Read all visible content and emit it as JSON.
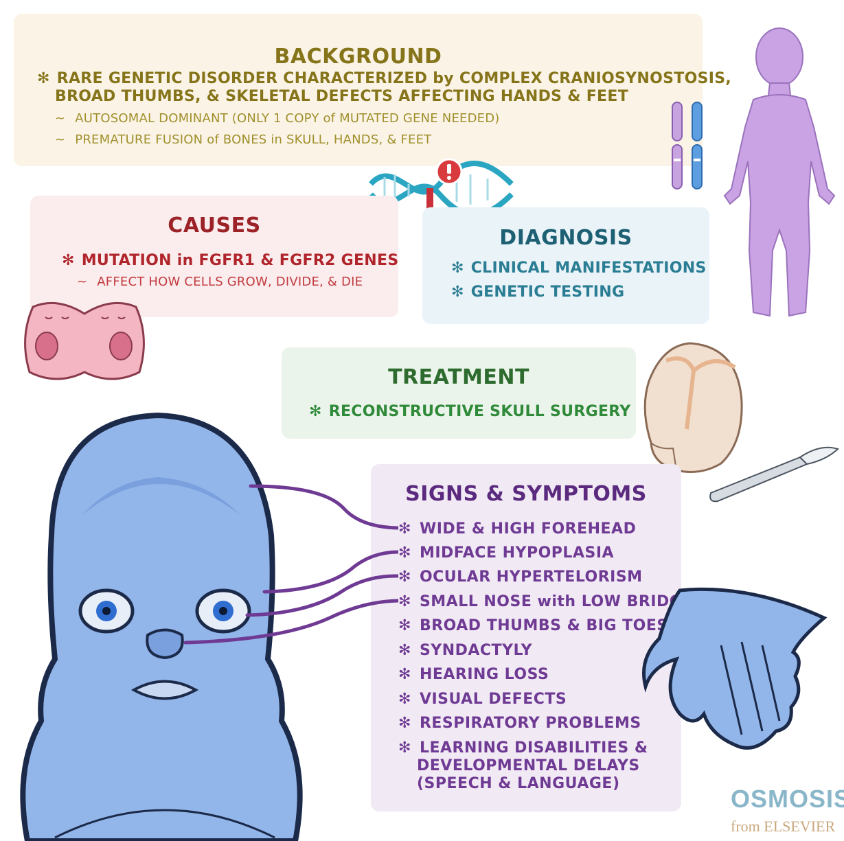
{
  "background": {
    "title": "BACKGROUND",
    "bullet_1_line_1": "RARE GENETIC DISORDER CHARACTERIZED by COMPLEX CRANIOSYNOSTOSIS,",
    "bullet_1_line_2": "BROAD THUMBS, & SKELETAL DEFECTS AFFECTING HANDS & FEET",
    "sub_1": "AUTOSOMAL DOMINANT (ONLY 1 COPY of MUTATED GENE NEEDED)",
    "sub_2": "PREMATURE FUSION of BONES in SKULL, HANDS, & FEET"
  },
  "causes": {
    "title": "CAUSES",
    "bullet_1": "MUTATION in FGFR1 & FGFR2 GENES",
    "sub_1": "AFFECT HOW CELLS GROW, DIVIDE, & DIE"
  },
  "diagnosis": {
    "title": "DIAGNOSIS",
    "items": [
      "CLINICAL MANIFESTATIONS",
      "GENETIC TESTING"
    ]
  },
  "treatment": {
    "title": "TREATMENT",
    "items": [
      "RECONSTRUCTIVE SKULL SURGERY"
    ]
  },
  "signs": {
    "title": "SIGNS & SYMPTOMS",
    "items": [
      "WIDE & HIGH FOREHEAD",
      "MIDFACE HYPOPLASIA",
      "OCULAR HYPERTELORISM",
      "SMALL NOSE with LOW BRIDGE",
      "BROAD THUMBS & BIG TOES",
      "SYNDACTYLY",
      "HEARING LOSS",
      "VISUAL DEFECTS",
      "RESPIRATORY PROBLEMS",
      "LEARNING DISABILITIES &",
      "DEVELOPMENTAL DELAYS",
      "(SPEECH & LANGUAGE)"
    ]
  },
  "logo": {
    "word": "OSMOSIS",
    "from": "from ELSEVIER"
  },
  "colors": {
    "background_title": "#86741a",
    "causes_title": "#9c2227",
    "diagnosis_title": "#1d5f73",
    "treatment_title": "#2e6b2f",
    "signs_title": "#5b2a7e"
  },
  "icons": [
    "child-silhouette-icon",
    "chromosome-icon",
    "dna-mutation-icon",
    "dividing-cells-icon",
    "skull-icon",
    "scalpel-icon",
    "hand-icon",
    "baby-face-illustration"
  ]
}
